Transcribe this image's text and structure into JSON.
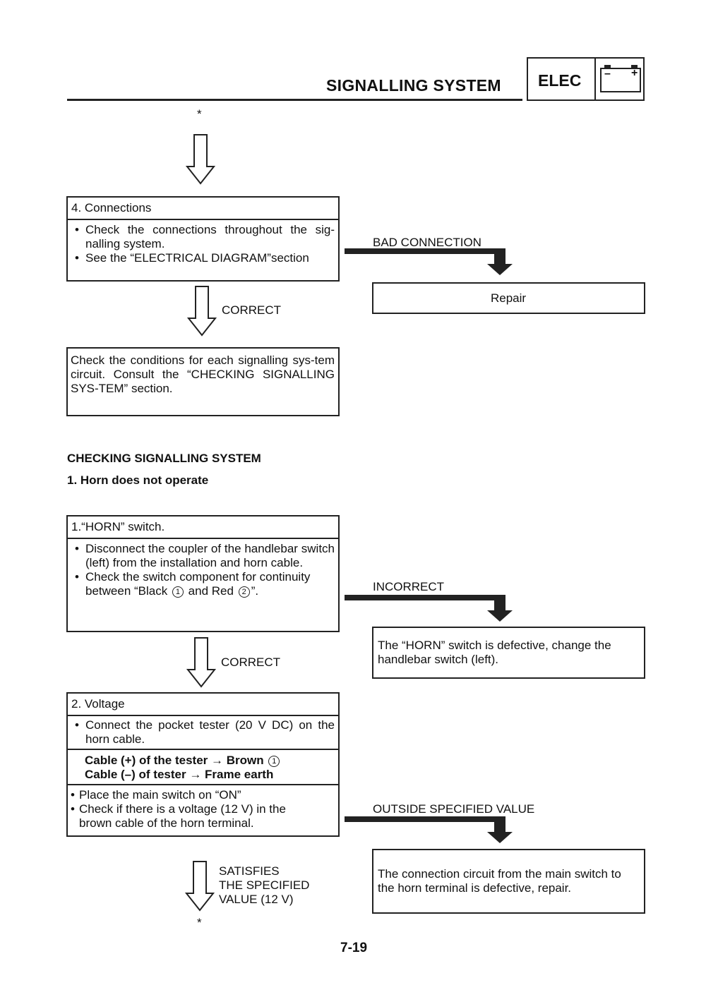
{
  "header": {
    "title": "SIGNALLING SYSTEM",
    "badge": "ELEC",
    "battery_minus": "–",
    "battery_plus": "+"
  },
  "top_marker": "*",
  "bottom_marker": "*",
  "flow1": {
    "connections": {
      "title": "4. Connections",
      "items": [
        "Check the connections throughout the sig-nalling system.",
        "See the “ELECTRICAL DIAGRAM”section"
      ]
    },
    "bad_connection_label": "BAD CONNECTION",
    "repair_label": "Repair",
    "correct_label": "CORRECT",
    "conditions_text": "Check the conditions for each signalling sys-tem circuit. Consult the  “CHECKING SIGNALLING SYS-TEM” section."
  },
  "section": {
    "heading": "CHECKING SIGNALLING SYSTEM",
    "subheading": "1. Horn does not operate"
  },
  "flow2": {
    "horn_switch": {
      "title": "1.“HORN” switch.",
      "item1": "Disconnect the coupler of the handlebar switch (left) from the installation and horn cable.",
      "item2_pre": "Check the switch component for continuity between “Black ",
      "circle1": "1",
      "item2_mid": " and Red ",
      "circle2": "2",
      "item2_post": "”."
    },
    "incorrect_label": "INCORRECT",
    "defective_switch_text": "The “HORN” switch is defective, change the handlebar switch (left).",
    "correct_label": "CORRECT",
    "voltage": {
      "title": "2. Voltage",
      "item1": "Connect the pocket tester (20 V DC) on the horn cable.",
      "cable_plus_pre": "Cable (+) of the tester ",
      "cable_plus_arrow": "→",
      "cable_plus_post": " Brown ",
      "cable_plus_circle": "1",
      "cable_minus_pre": "Cable (–) of tester ",
      "cable_minus_arrow": "→",
      "cable_minus_post": " Frame earth",
      "item2": "Place the main switch on “ON”",
      "item3": "Check if there is a voltage (12 V) in the brown cable of the horn terminal."
    },
    "outside_label": "OUTSIDE SPECIFIED VALUE",
    "defective_circuit_text": "The connection circuit from the main switch to the horn terminal is defective, repair.",
    "satisfies_line1": "SATISFIES",
    "satisfies_line2": "THE SPECIFIED",
    "satisfies_line3": "VALUE (12 V)"
  },
  "footer": {
    "page_number": "7-19"
  }
}
